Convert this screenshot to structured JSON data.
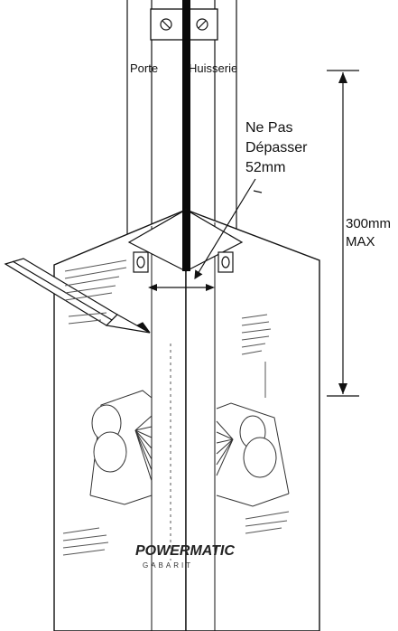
{
  "labels": {
    "porte": "Porte",
    "huisserie": "Huisserie",
    "limit_line1": "Ne Pas",
    "limit_line2": "Dépasser",
    "limit_line3": "52mm",
    "height_line1": "300mm",
    "height_line2": "MAX"
  },
  "template": {
    "brand_top": "POWERMATIC",
    "brand_bottom": "GABARIT"
  },
  "colors": {
    "ink": "#111111",
    "gap": "#0a0a0a"
  }
}
